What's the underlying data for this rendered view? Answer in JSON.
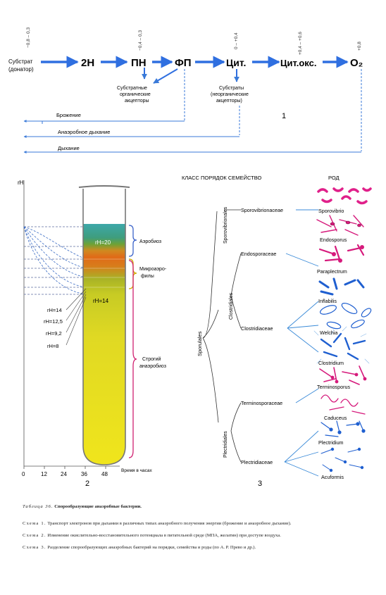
{
  "scheme1": {
    "potentials": [
      "−0,8 – 0,3",
      "−0,4 – 0,3",
      "0 – +0,4",
      "+0,4 – +0,6",
      "+0,8"
    ],
    "chain": [
      "2H",
      "ПН",
      "ФП",
      "Цит.",
      "Цит.окс.",
      "O₂"
    ],
    "substrate_donor": [
      "Субстрат",
      "(донатор)"
    ],
    "substrate_organic": [
      "Субстратные",
      "органические",
      "акцепторы"
    ],
    "substrate_inorganic": [
      "Субстраты",
      "(неорганические",
      "акцепторы)"
    ],
    "processes": [
      "Брожение",
      "Анаэробное дыхание",
      "Дыхание"
    ],
    "number": "1",
    "colors": {
      "arrow": "#2f6fe0",
      "line": "#3a7ad8"
    }
  },
  "scheme2": {
    "axis_label": "rH",
    "x_ticks": [
      "0",
      "12",
      "24",
      "36",
      "48"
    ],
    "x_label": "Время в часах",
    "tube_labels": {
      "top": "rH=20",
      "bottom": "rH=14"
    },
    "left_labels": [
      "rH=14",
      "rH=12,5",
      "rH=9,2",
      "rH=8"
    ],
    "zones": [
      {
        "lines": [
          "Аэробиоз"
        ],
        "color": "#3b63c9"
      },
      {
        "lines": [
          "Микроаэро-",
          "филы"
        ],
        "color": "#d0a800"
      },
      {
        "lines": [
          "Строгий",
          "анаэробиоз"
        ],
        "color": "#d02070"
      }
    ],
    "number": "2"
  },
  "scheme3": {
    "header": "КЛАСС  ПОРЯДОК  СЕМЕЙСТВО",
    "genus_header": "РОД",
    "class": "Sporulales",
    "orders": [
      "Sporovibrionales",
      "Clostridiales",
      "Plectridiales"
    ],
    "families": [
      "Sporovibrionaceae",
      "Endosporaceae",
      "Clostridiaceae",
      "Terminosporaceae",
      "Plectridiaceae"
    ],
    "genera": [
      "Sporovibrio",
      "Endosporus",
      "Paraplectrum",
      "Inflabilis",
      "Welchia",
      "Clostridium",
      "Terminosporus",
      "Caduceus",
      "Plectridium",
      "Acuformis"
    ],
    "number": "3"
  },
  "caption": {
    "title_lead": "Таблица 36.",
    "title": "Спорообразующие анаэробные бактерии.",
    "items": [
      {
        "lead": "Схема 1.",
        "text": "Транспорт электронов при дыхании в различных типах анаэробного получения энергии (брожение и анаэробное дыхание)."
      },
      {
        "lead": "Схема 2.",
        "text": "Изменение окислительно-восстановительного потенциала в питательной среде (МПА, желатин) при доступе воздуха."
      },
      {
        "lead": "Схема 3.",
        "text": "Разделение спорообразующих анаэробных бактерий на порядки, семейства и роды (по А. Р. Прево и др.)."
      }
    ]
  }
}
